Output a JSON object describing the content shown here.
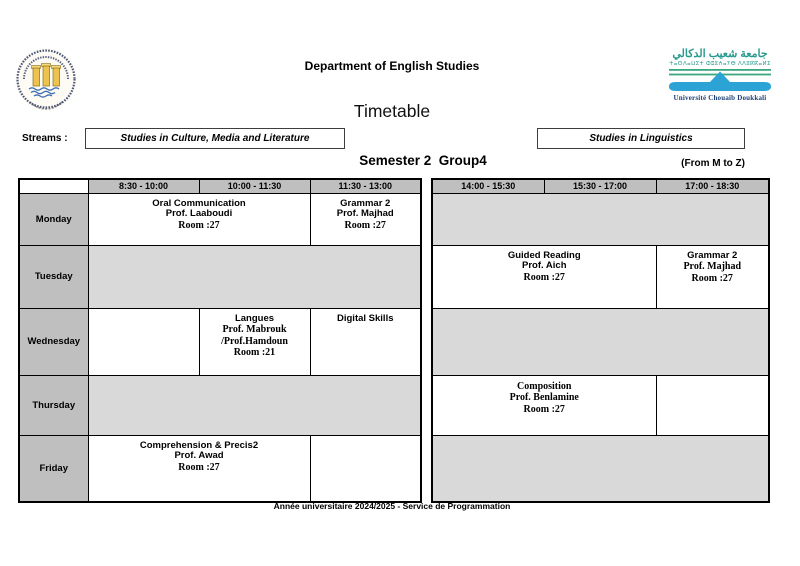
{
  "header": {
    "department": "Department of English Studies",
    "title": "Timetable",
    "university": {
      "arabic": "جامعة شعيب الدكالي",
      "tifinagh": "ⵜⴰⵙⴷⴰⵡⵉⵜ ⵛⵛⵓⵄⴰⵢⴱ ⴷⴷⵓⴽⴽⴰⵍⵉ",
      "latin": "Université Chouaib Doukkali"
    }
  },
  "streams": {
    "label": "Streams :",
    "left": "Studies in Culture, Media and Literature",
    "right": "Studies in Linguistics"
  },
  "subtitle": {
    "semester": "Semester 2  Group4",
    "range": "(From M to Z)"
  },
  "grid": {
    "days": [
      "Monday",
      "Tuesday",
      "Wednesday",
      "Thursday",
      "Friday"
    ],
    "left_times": [
      "8:30 - 10:00",
      "10:00 - 11:30",
      "11:30 - 13:00"
    ],
    "right_times": [
      "14:00 - 15:30",
      "15:30 - 17:00",
      "17:00 - 18:30"
    ],
    "cells": {
      "mon_left_1": {
        "subject": "Oral Communication",
        "prof": "Prof. Laaboudi",
        "room": "Room :27"
      },
      "mon_left_2": {
        "subject": "Grammar 2",
        "prof": "Prof. Majhad",
        "room": "Room :27"
      },
      "wed_left_2": {
        "subject": "Langues",
        "prof": "Prof. Mabrouk /Prof.Hamdoun",
        "room": "Room :21"
      },
      "wed_left_3": {
        "subject": "Digital Skills"
      },
      "fri_left_1": {
        "subject": "Comprehension & Precis2",
        "prof": "Prof. Awad",
        "room": "Room :27"
      },
      "tue_right_1": {
        "subject": "Guided Reading",
        "prof": "Prof.  Aich",
        "room": "Room :27"
      },
      "tue_right_3": {
        "subject": "Grammar 2",
        "prof": "Prof. Majhad",
        "room": "Room :27"
      },
      "thu_right_1": {
        "subject": "Composition",
        "prof": "Prof. Benlamine",
        "room": "Room :27"
      }
    }
  },
  "footer": {
    "note": "Année universitaire 2024/2025 - Service de Programmation"
  },
  "colors": {
    "header_gray": "#bfbfbf",
    "empty_gray": "#d9d9d9",
    "logo_teal": "#2a9a8e",
    "logo_green": "#3aa87e",
    "logo_blue": "#2ba3d4",
    "logo_navy": "#1c3e73",
    "seal_gold": "#edc24f"
  }
}
